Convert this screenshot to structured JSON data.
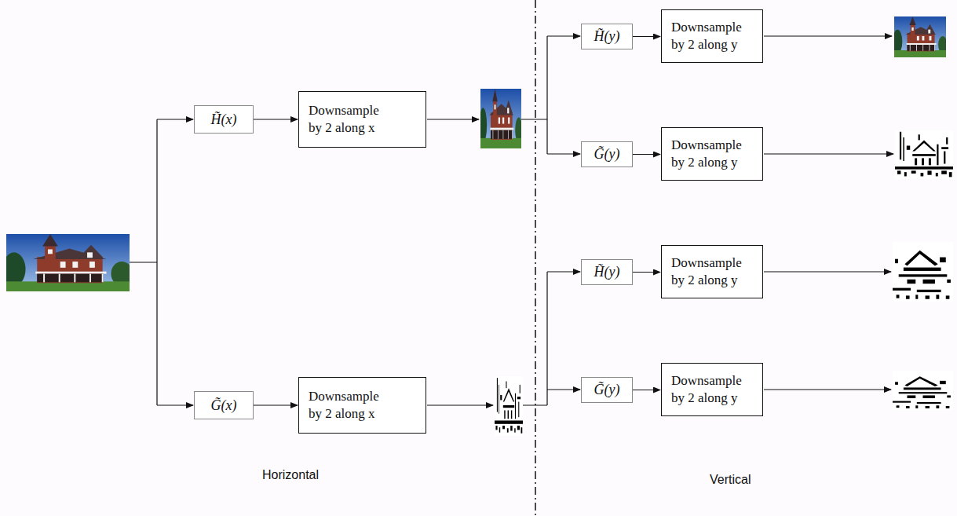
{
  "diagram": {
    "nodes": [
      {
        "text": [
          "H̃(x)"
        ]
      },
      {
        "text": [
          "Downsample by 2 along x"
        ]
      },
      {
        "text": [
          "G̃(x)"
        ]
      },
      {
        "text": [
          "Downsample by 2 along x"
        ]
      },
      {
        "text": [
          "H̃(y)"
        ]
      },
      {
        "text": [
          "Downsample by 2 along y"
        ]
      },
      {
        "text": [
          "G̃(y)"
        ]
      },
      {
        "text": [
          "Downsample by 2 along y"
        ]
      },
      {
        "text": [
          "H̃(y)"
        ]
      },
      {
        "text": [
          "Downsample by 2 along y"
        ]
      },
      {
        "text": [
          "G̃(y)"
        ]
      },
      {
        "text": [
          "Downsample by 2 along y"
        ]
      }
    ],
    "edges": [
      {
        "from": 0,
        "to": 1,
        "arrow": "to"
      },
      {
        "from": 2,
        "to": 3,
        "arrow": "to"
      },
      {
        "from": 4,
        "to": 5,
        "arrow": "to"
      },
      {
        "from": 6,
        "to": 7,
        "arrow": "to"
      },
      {
        "from": 8,
        "to": 9,
        "arrow": "to"
      },
      {
        "from": 10,
        "to": 11,
        "arrow": "to"
      }
    ],
    "labels": [
      "Horizontal",
      "Vertical"
    ]
  }
}
